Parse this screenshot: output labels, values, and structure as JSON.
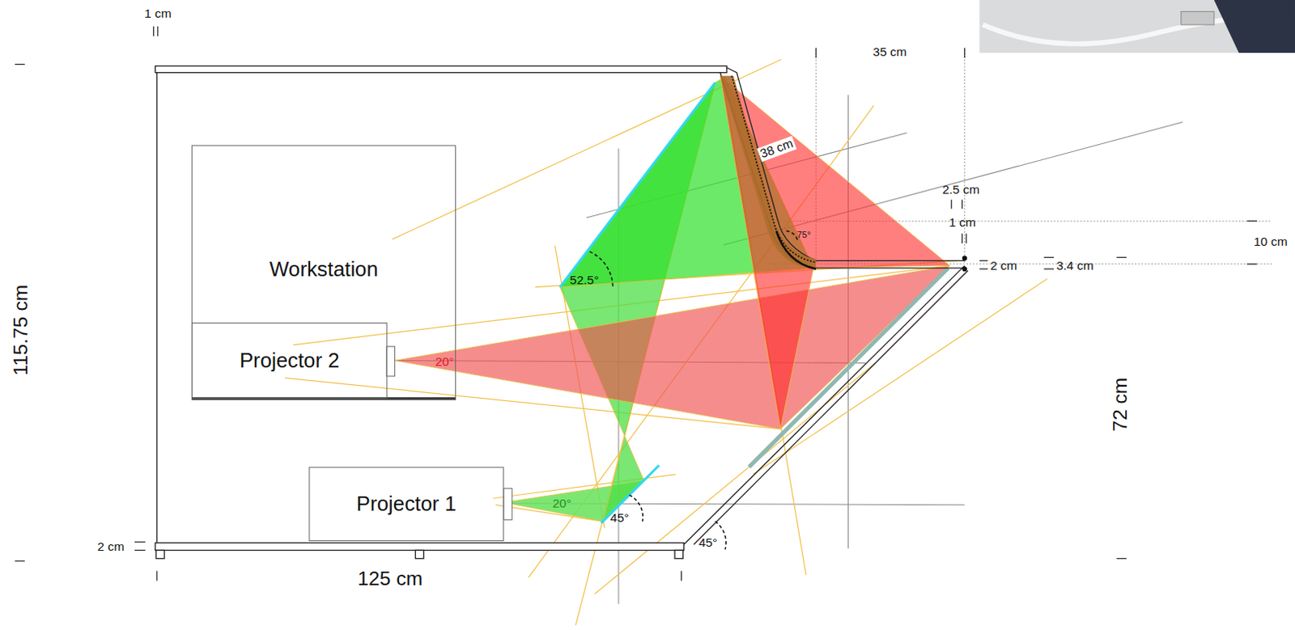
{
  "diagram": {
    "nodes": [
      {
        "text": [
          "Workstation"
        ]
      },
      {
        "text": [
          "Projector 2"
        ],
        "in": 0
      },
      {
        "text": [
          "Projector 1"
        ]
      }
    ],
    "labels": [
      "1 cm",
      "115.75 cm",
      "125 cm",
      "2 cm",
      "38 cm",
      "35 cm",
      "2.5 cm",
      "1 cm",
      "10 cm",
      "2 cm",
      "3.4 cm",
      "72 cm",
      "52.5°",
      "75°",
      "20°",
      "20°",
      "45°",
      "45°"
    ]
  }
}
